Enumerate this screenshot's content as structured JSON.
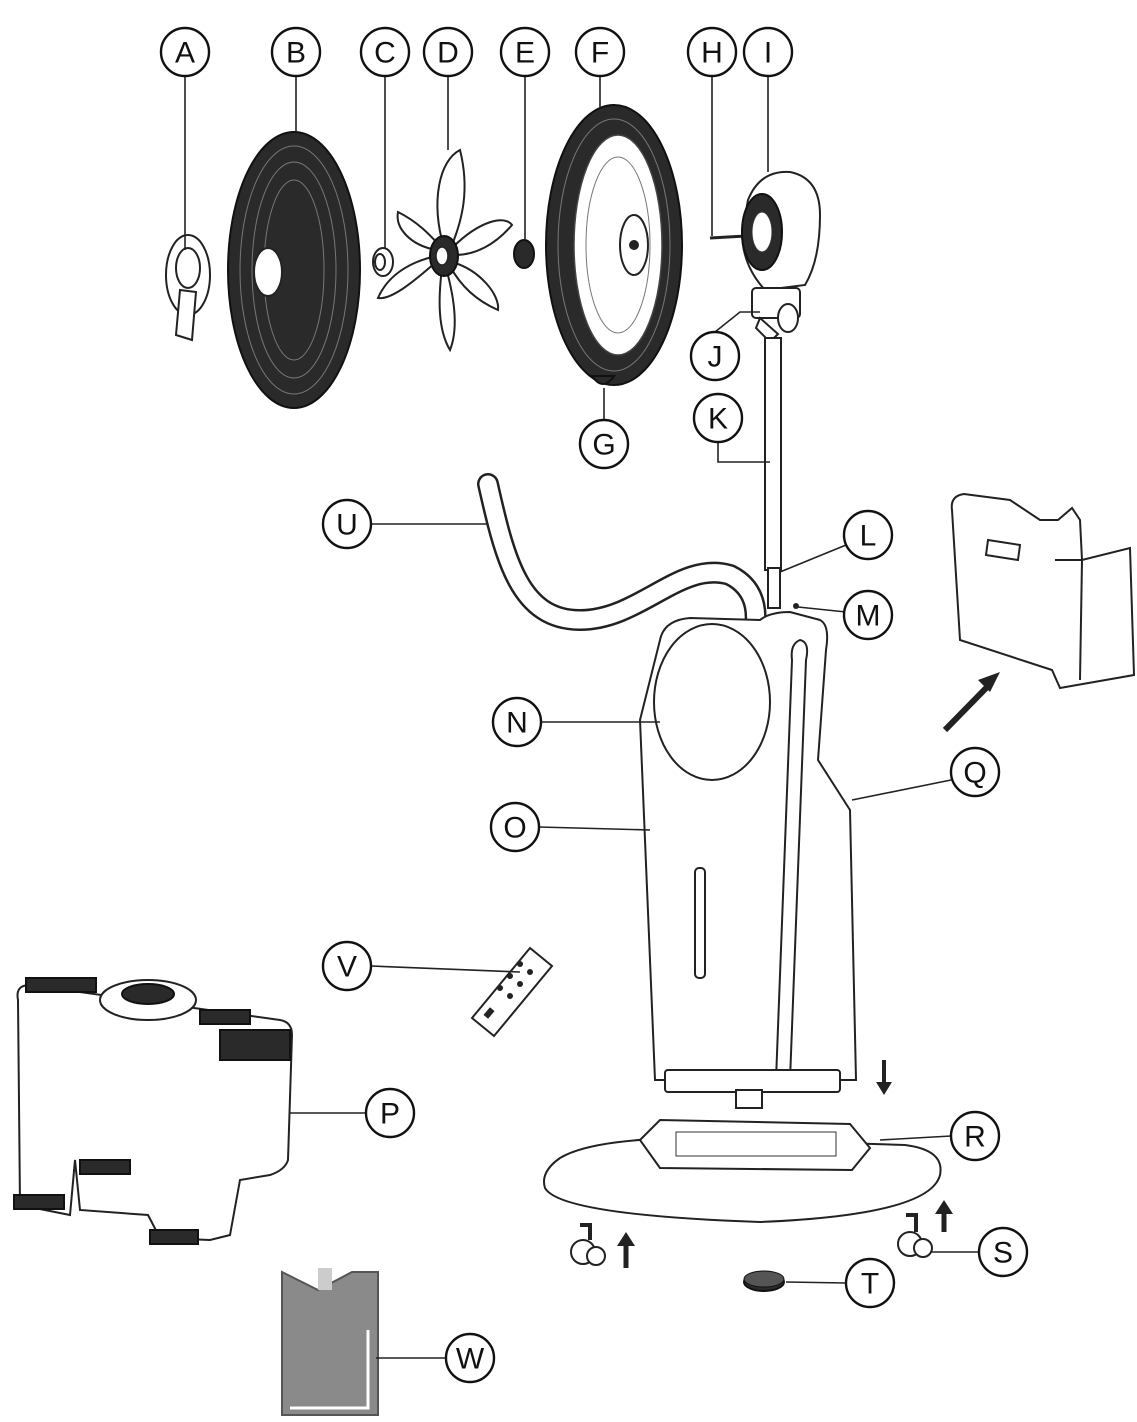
{
  "diagram": {
    "labels": [
      "A",
      "B",
      "C",
      "D",
      "E",
      "F",
      "G",
      "H",
      "I",
      "J",
      "K",
      "L",
      "M",
      "N",
      "O",
      "P",
      "Q",
      "R",
      "S",
      "T",
      "U",
      "V",
      "W"
    ],
    "palette": {
      "line": "#222222",
      "fill_dark": "#2a2a2a",
      "tank_grey": "#8a8a8a",
      "background": "#ffffff"
    }
  }
}
